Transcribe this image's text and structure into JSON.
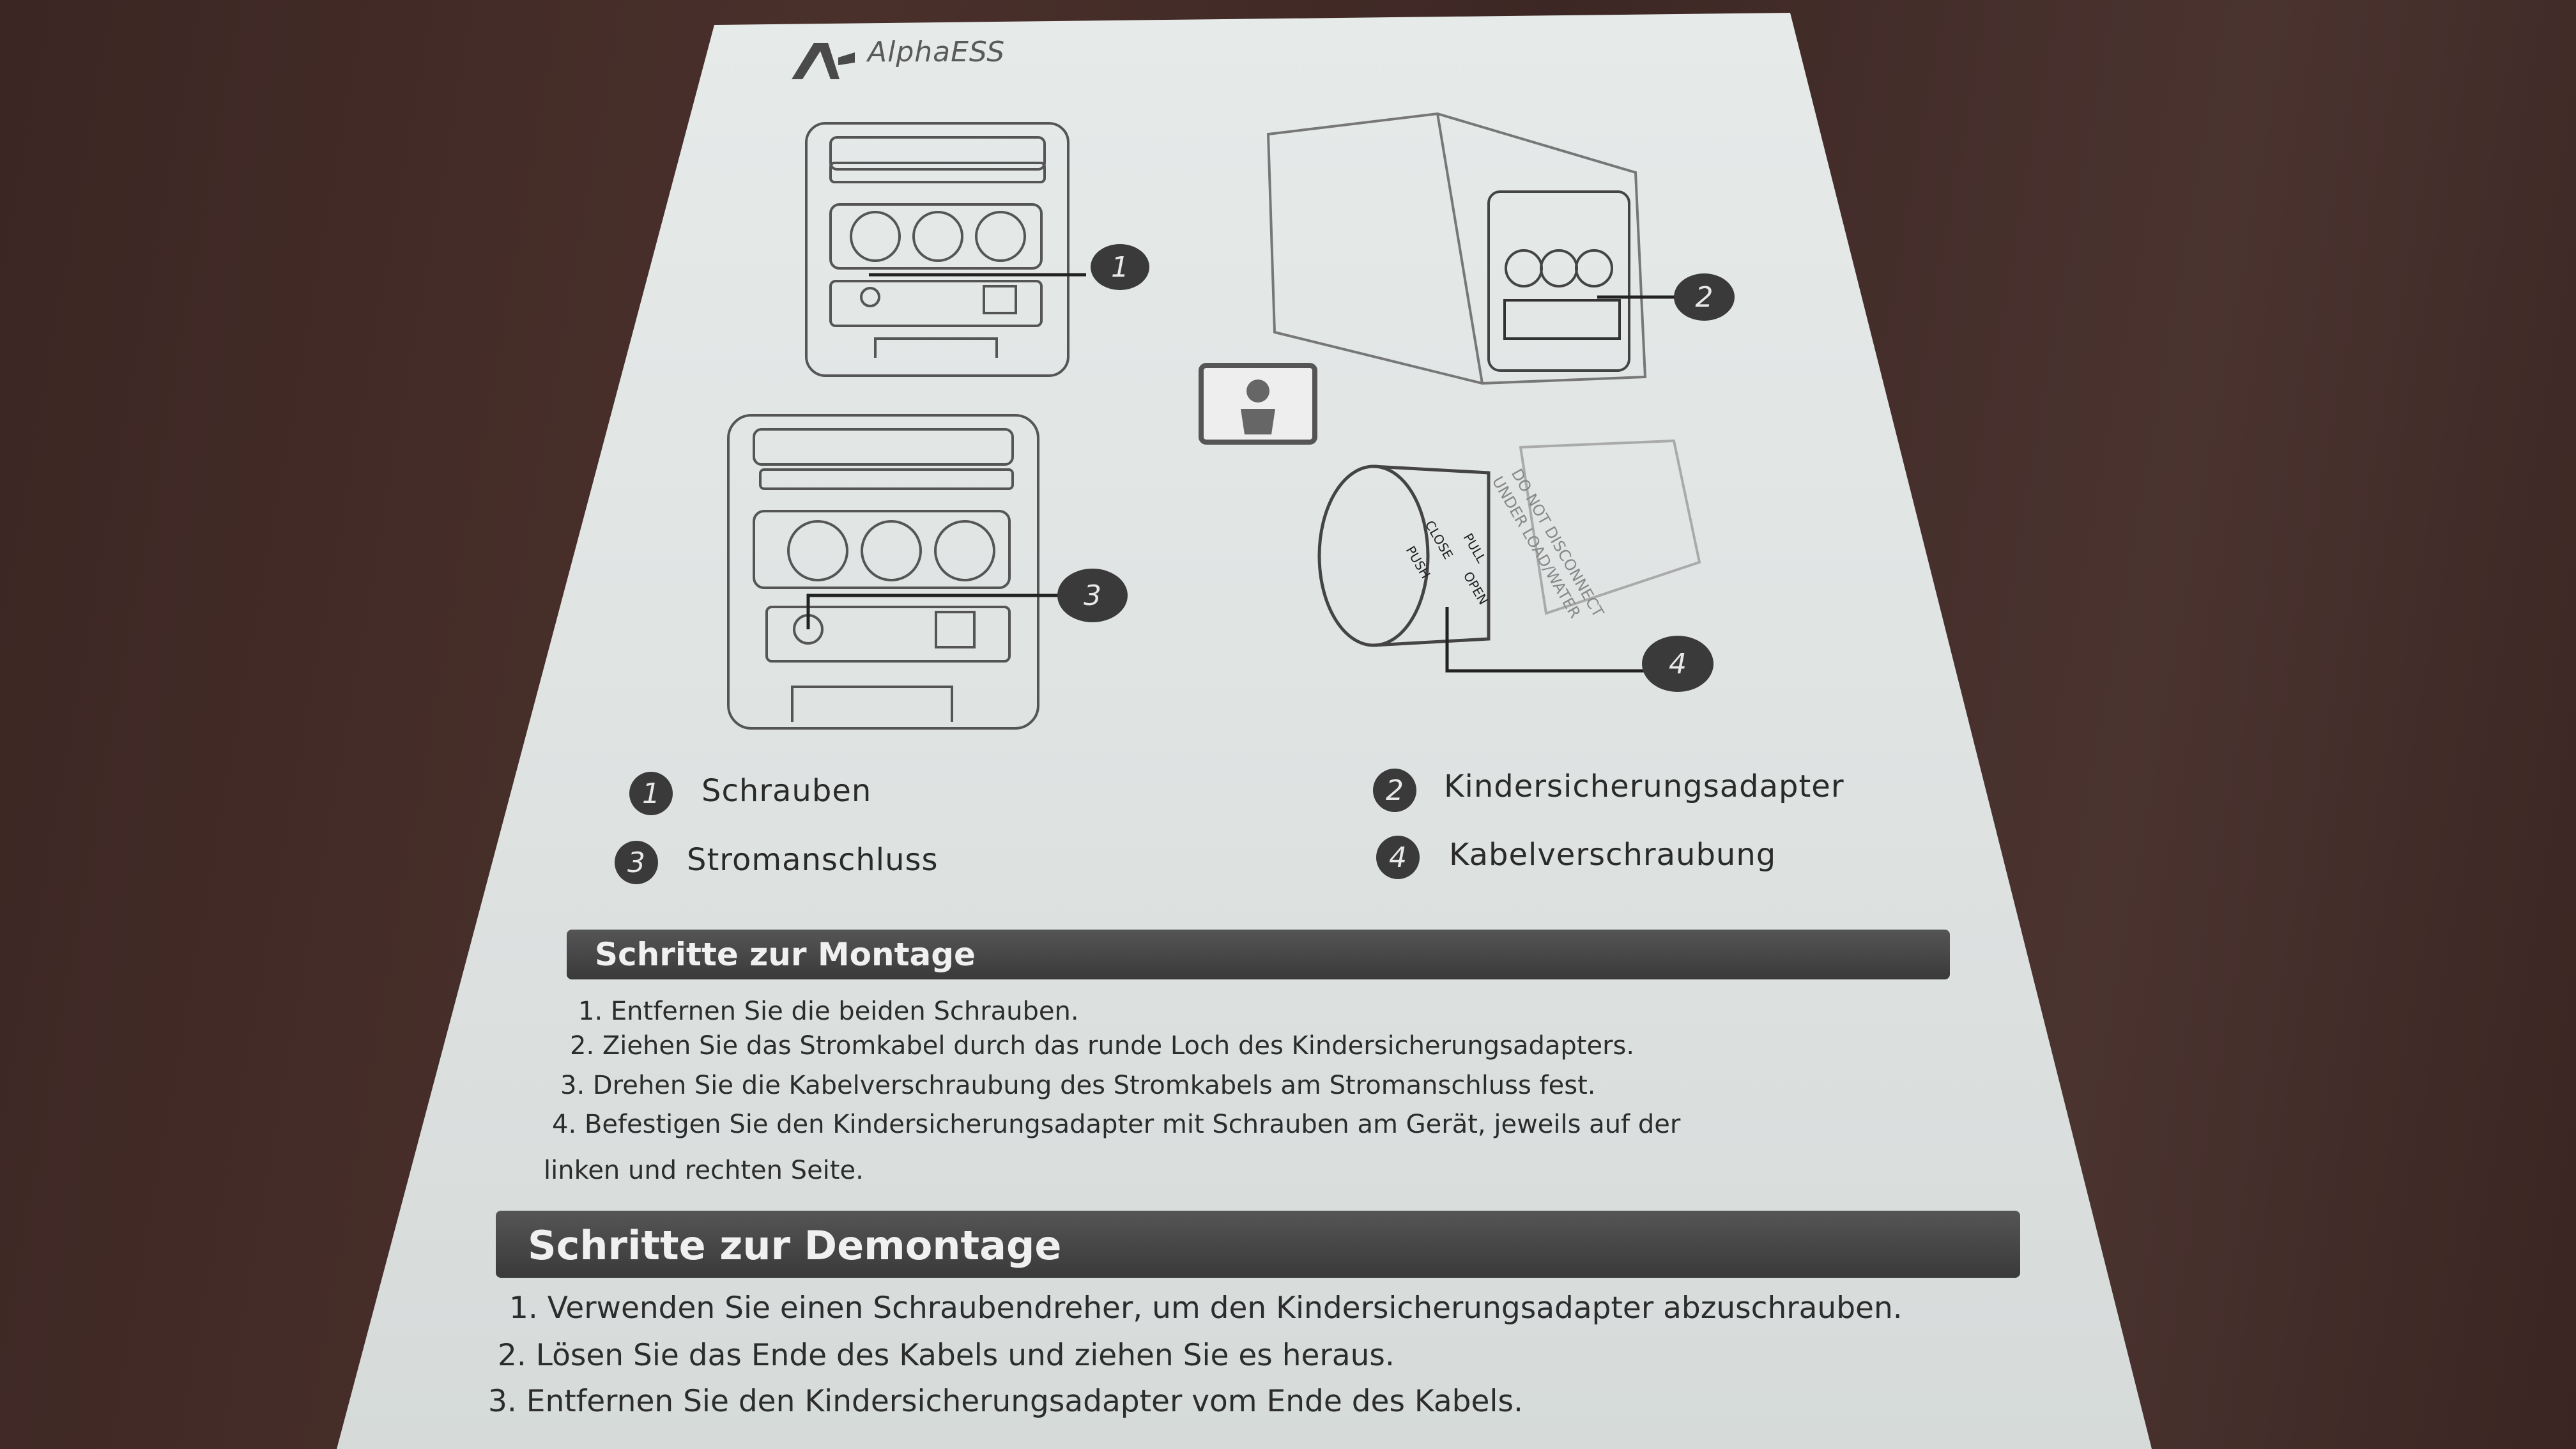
{
  "brand": {
    "name": "AlphaESS"
  },
  "legend": [
    {
      "number": "1",
      "label": "Schrauben"
    },
    {
      "number": "2",
      "label": "Kindersicherungsadapter"
    },
    {
      "number": "3",
      "label": "Stromanschluss"
    },
    {
      "number": "4",
      "label": "Kabelverschraubung"
    }
  ],
  "gland_labels": {
    "close": "CLOSE",
    "push": "PUSH",
    "pull": "PULL",
    "open": "OPEN",
    "warning1": "DO NOT DISCONNECT",
    "warning2": "UNDER LOAD/WATER"
  },
  "montage": {
    "title": "Schritte zur Montage",
    "steps": [
      "1. Entfernen Sie die beiden Schrauben.",
      "2. Ziehen Sie das Stromkabel durch das runde Loch des Kindersicherungsadapters.",
      "3. Drehen Sie die Kabelverschraubung des Stromkabels am Stromanschluss fest.",
      "4. Befestigen Sie den Kindersicherungsadapter mit Schrauben am Gerät, jeweils auf der",
      "linken und rechten Seite."
    ]
  },
  "demontage": {
    "title": "Schritte zur Demontage",
    "steps": [
      "1. Verwenden Sie einen Schraubendreher, um den Kindersicherungsadapter abzuschrauben.",
      "2. Lösen Sie das Ende des Kabels und ziehen Sie es heraus.",
      "3. Entfernen Sie den Kindersicherungsadapter vom Ende des Kabels."
    ]
  },
  "colors": {
    "wood": "#3b2623",
    "paper": "#e2e6e5",
    "bar": "#444444",
    "ink": "#2c2c2c"
  }
}
